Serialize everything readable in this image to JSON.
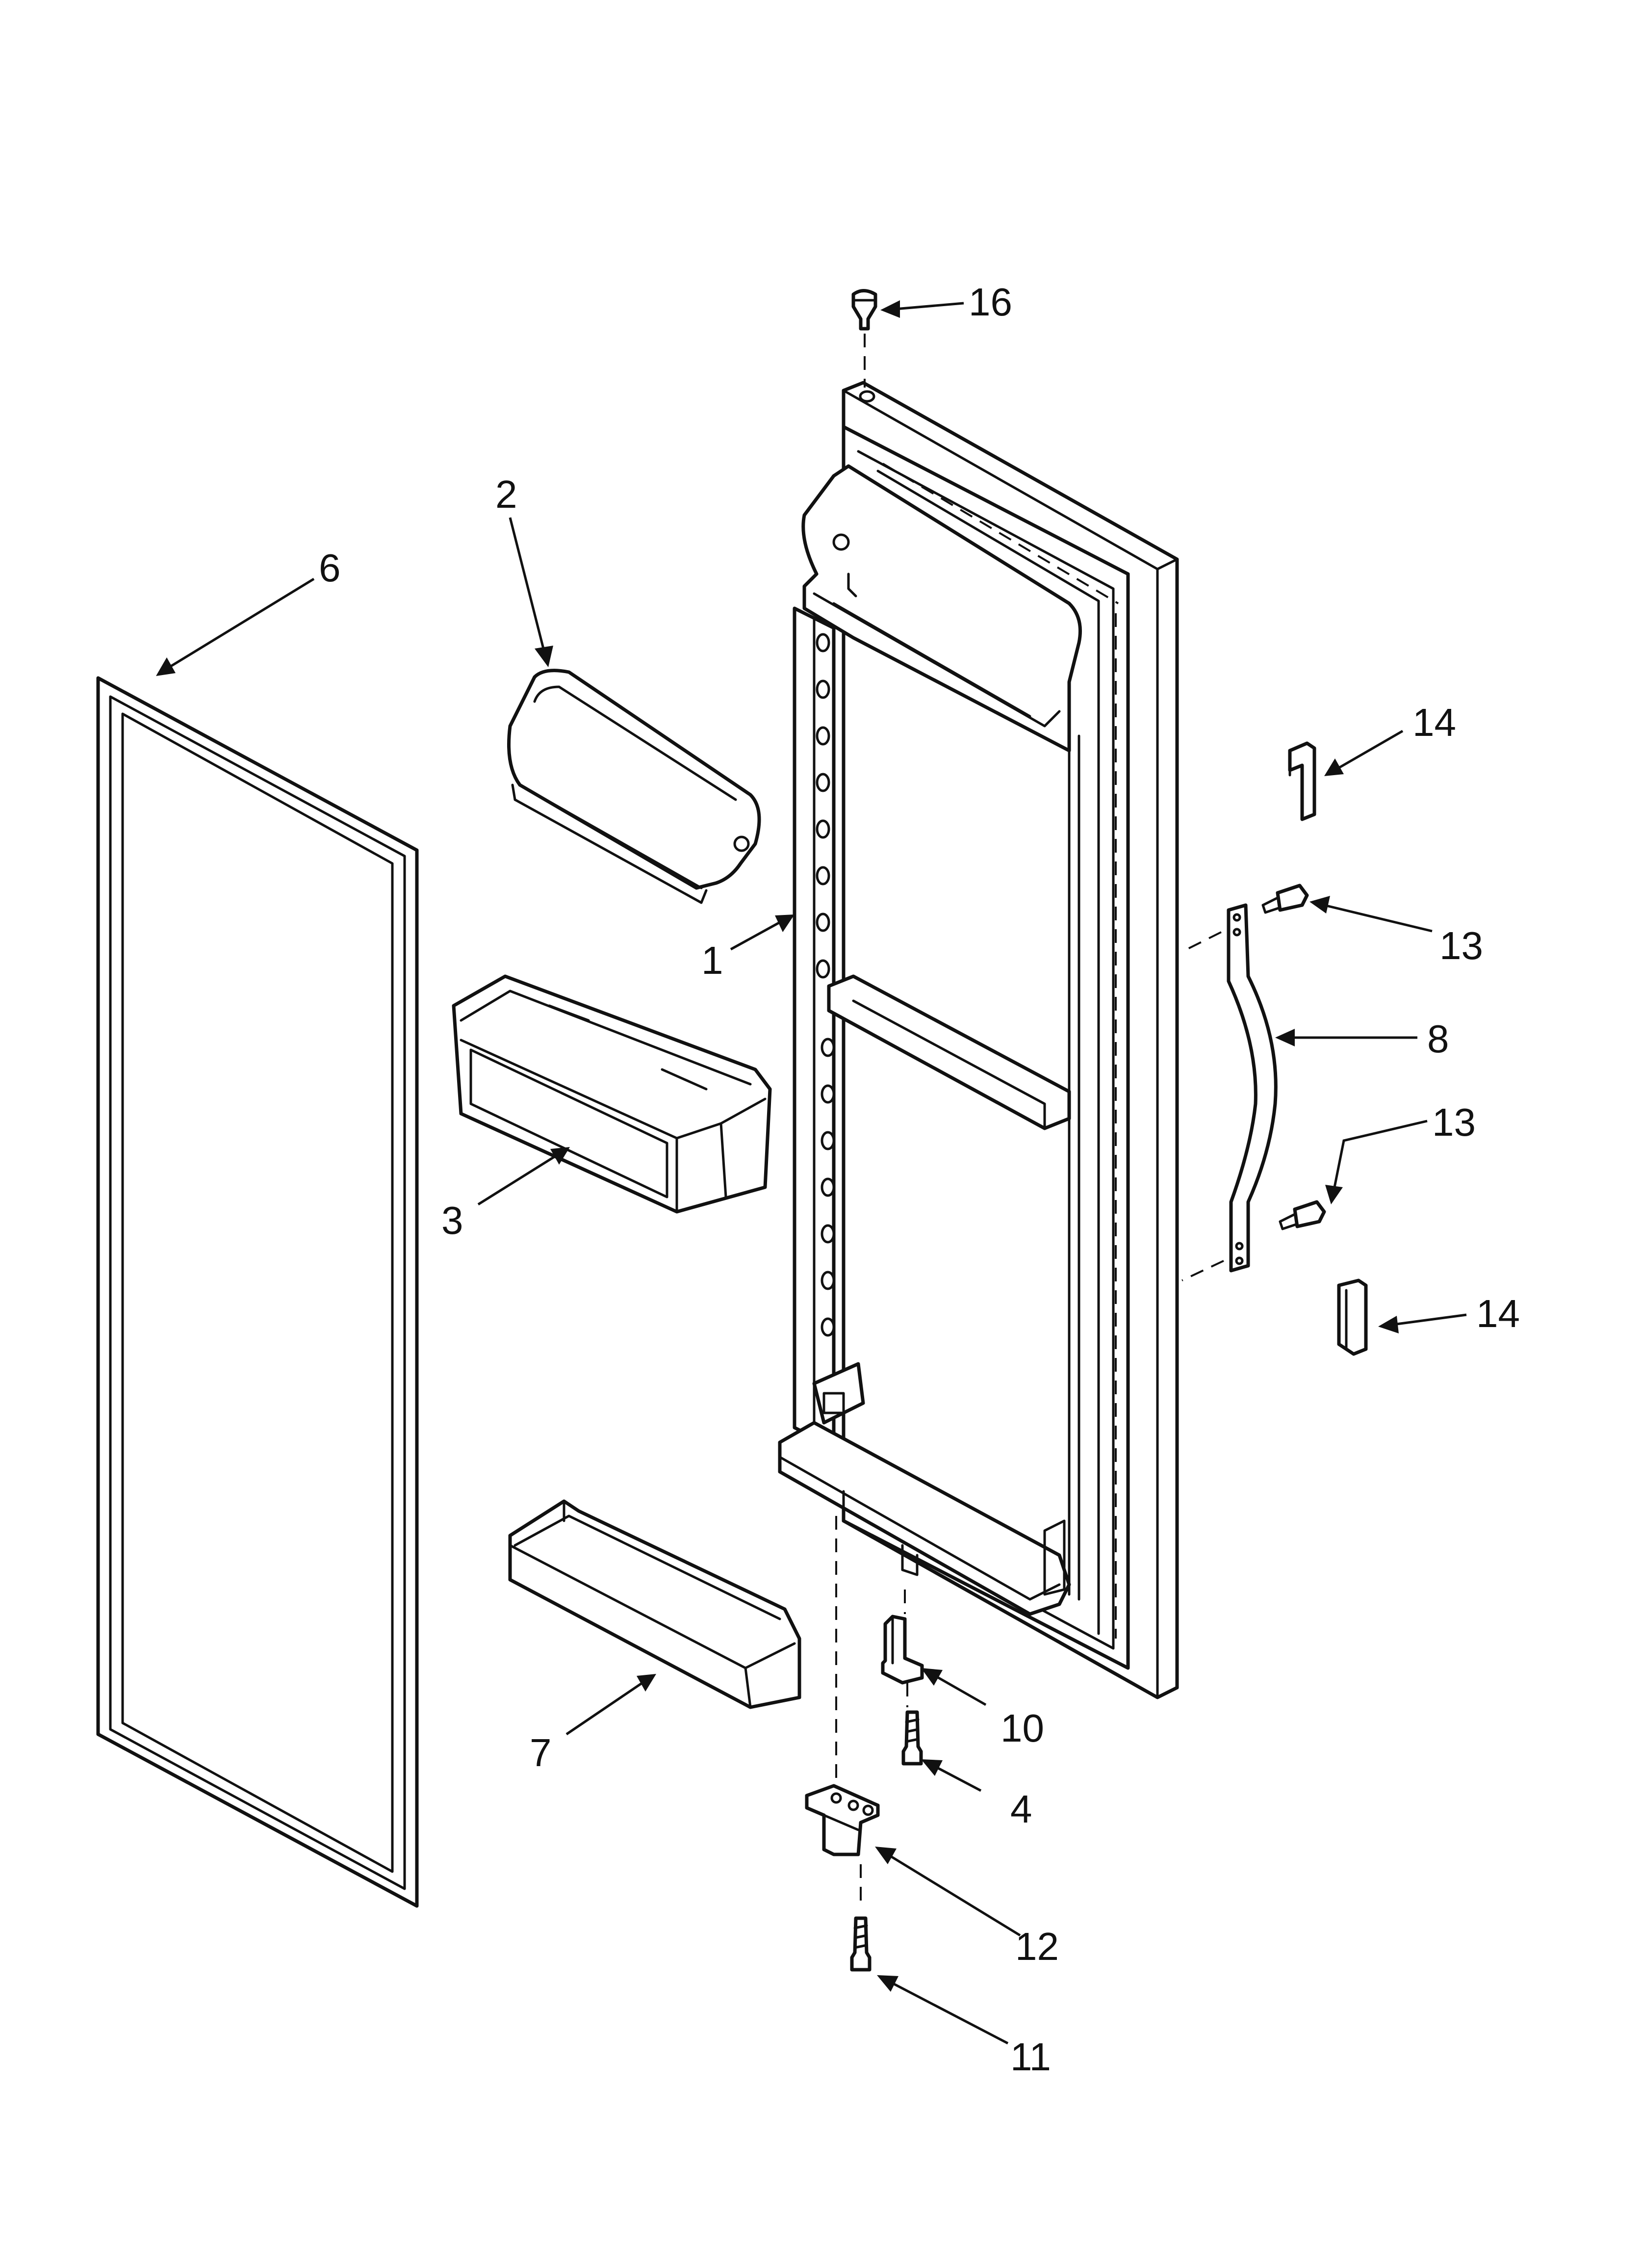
{
  "diagram": {
    "callouts": {
      "c1": "1",
      "c2": "2",
      "c3": "3",
      "c4": "4",
      "c6": "6",
      "c7": "7",
      "c8": "8",
      "c10": "10",
      "c11": "11",
      "c12": "12",
      "c13a": "13",
      "c13b": "13",
      "c14a": "14",
      "c14b": "14",
      "c16": "16"
    }
  }
}
